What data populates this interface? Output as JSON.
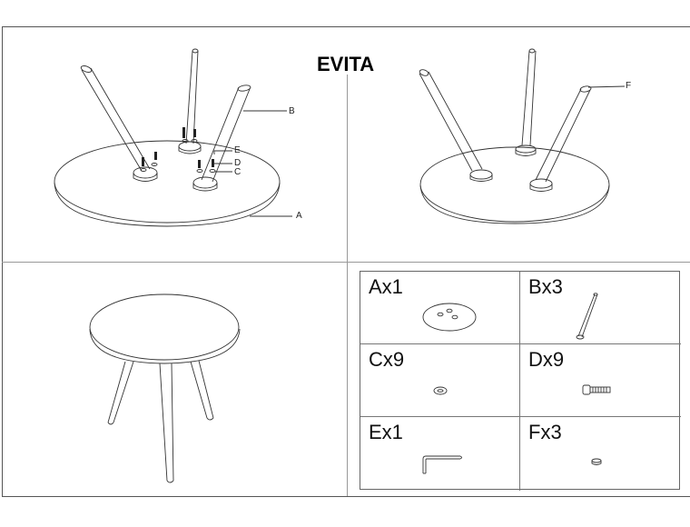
{
  "title": "EVITA",
  "panels": {
    "step1": {
      "callouts": [
        "A",
        "B",
        "C",
        "D",
        "E"
      ]
    },
    "step2": {
      "callouts": [
        "F"
      ]
    },
    "step3": {
      "description": "assembled table"
    }
  },
  "parts": [
    {
      "letter": "A",
      "qty": 1,
      "label": "Ax1",
      "icon": "tabletop-icon"
    },
    {
      "letter": "B",
      "qty": 3,
      "label": "Bx3",
      "icon": "leg-icon"
    },
    {
      "letter": "C",
      "qty": 9,
      "label": "Cx9",
      "icon": "washer-icon"
    },
    {
      "letter": "D",
      "qty": 9,
      "label": "Dx9",
      "icon": "bolt-icon"
    },
    {
      "letter": "E",
      "qty": 1,
      "label": "Ex1",
      "icon": "allen-key-icon"
    },
    {
      "letter": "F",
      "qty": 3,
      "label": "Fx3",
      "icon": "foot-cap-icon"
    }
  ],
  "colors": {
    "line": "#333333",
    "frame": "#555555",
    "background": "#ffffff"
  }
}
